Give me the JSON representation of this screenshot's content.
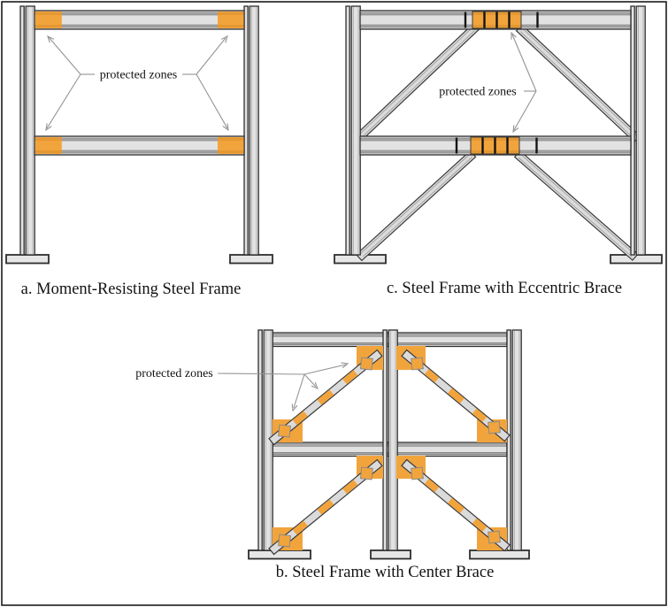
{
  "colors": {
    "orange": "#F2A43C",
    "orange_shade": "#D88E2B",
    "steel": "#E2E2E2",
    "steel_shade": "#A8A8A8",
    "outline": "#2E2E2E",
    "leader": "#949494"
  },
  "figures": {
    "moment_frame": {
      "caption": "a. Moment-Resisting Steel Frame",
      "protected_label": "protected zones"
    },
    "eccentric_brace_frame": {
      "caption": "c. Steel Frame with Eccentric Brace",
      "protected_label": "protected zones"
    },
    "center_brace_frame": {
      "caption": "b. Steel Frame with Center Brace",
      "protected_label": "protected zones"
    }
  }
}
